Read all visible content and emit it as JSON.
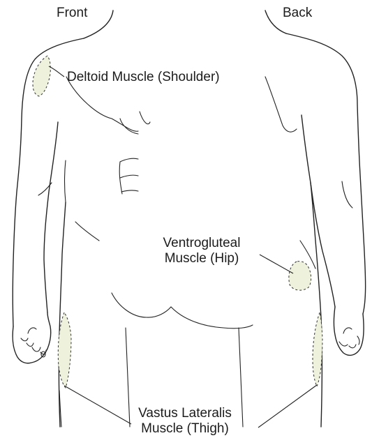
{
  "labels": {
    "front": "Front",
    "back": "Back",
    "deltoid": "Deltoid Muscle (Shoulder)",
    "ventrogluteal_line1": "Ventrogluteal",
    "ventrogluteal_line2": "Muscle (Hip)",
    "vastus_line1": "Vastus Lateralis",
    "vastus_line2": "Muscle (Thigh)"
  },
  "colors": {
    "injection_site_fill": "#eef2dc",
    "injection_site_stroke": "#333333",
    "outline": "#222222",
    "text": "#1c1c1c",
    "background": "#ffffff"
  }
}
